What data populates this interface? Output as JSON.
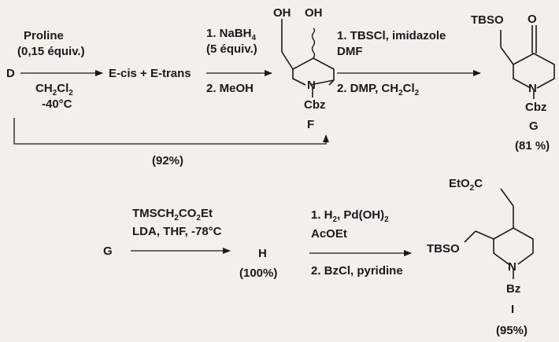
{
  "compounds": {
    "D": "D",
    "E_mix": "E-cis + E-trans",
    "F": "F",
    "G": "G",
    "H": "H",
    "I": "I"
  },
  "atoms": {
    "OH": "OH",
    "O": "O",
    "N": "N",
    "Cbz": "Cbz",
    "Bz": "Bz",
    "TBSO": "TBSO",
    "EtO2C": "EtO",
    "EtO2C_sub": "2",
    "EtO2C_tail": "C"
  },
  "steps": {
    "step1": {
      "reagent": "Proline",
      "amount": "(0,15 équiv.)",
      "solvent": "CH",
      "solvent_sub": "2",
      "solvent_mid": "Cl",
      "solvent_sub2": "2",
      "temperature": "-40°C"
    },
    "step2": {
      "line1": "1. NaBH",
      "line1_sub": "4",
      "line2": "(5 équiv.)",
      "line3": "2. MeOH"
    },
    "step3": {
      "line1": "1. TBSCl, imidazole",
      "line2": "DMF",
      "line3": "2. DMP, CH",
      "line3_sub": "2",
      "line3_mid": "Cl",
      "line3_sub2": "2"
    },
    "step4": {
      "reagent": "TMSCH",
      "reagent_sub": "2",
      "reagent_tail": "CO",
      "reagent_sub2": "2",
      "reagent_end": "Et",
      "conditions": "LDA, THF, -78°C"
    },
    "step5": {
      "line1": "1. H",
      "line1_sub": "2",
      "line1_tail": ", Pd(OH)",
      "line1_sub2": "2",
      "line2": "AcOEt",
      "line3": "2. BzCl, pyridine"
    }
  },
  "yields": {
    "overall_D_to_F": "(92%)",
    "G": "(81 %)",
    "H": "(100%)",
    "I": "(95%)"
  }
}
